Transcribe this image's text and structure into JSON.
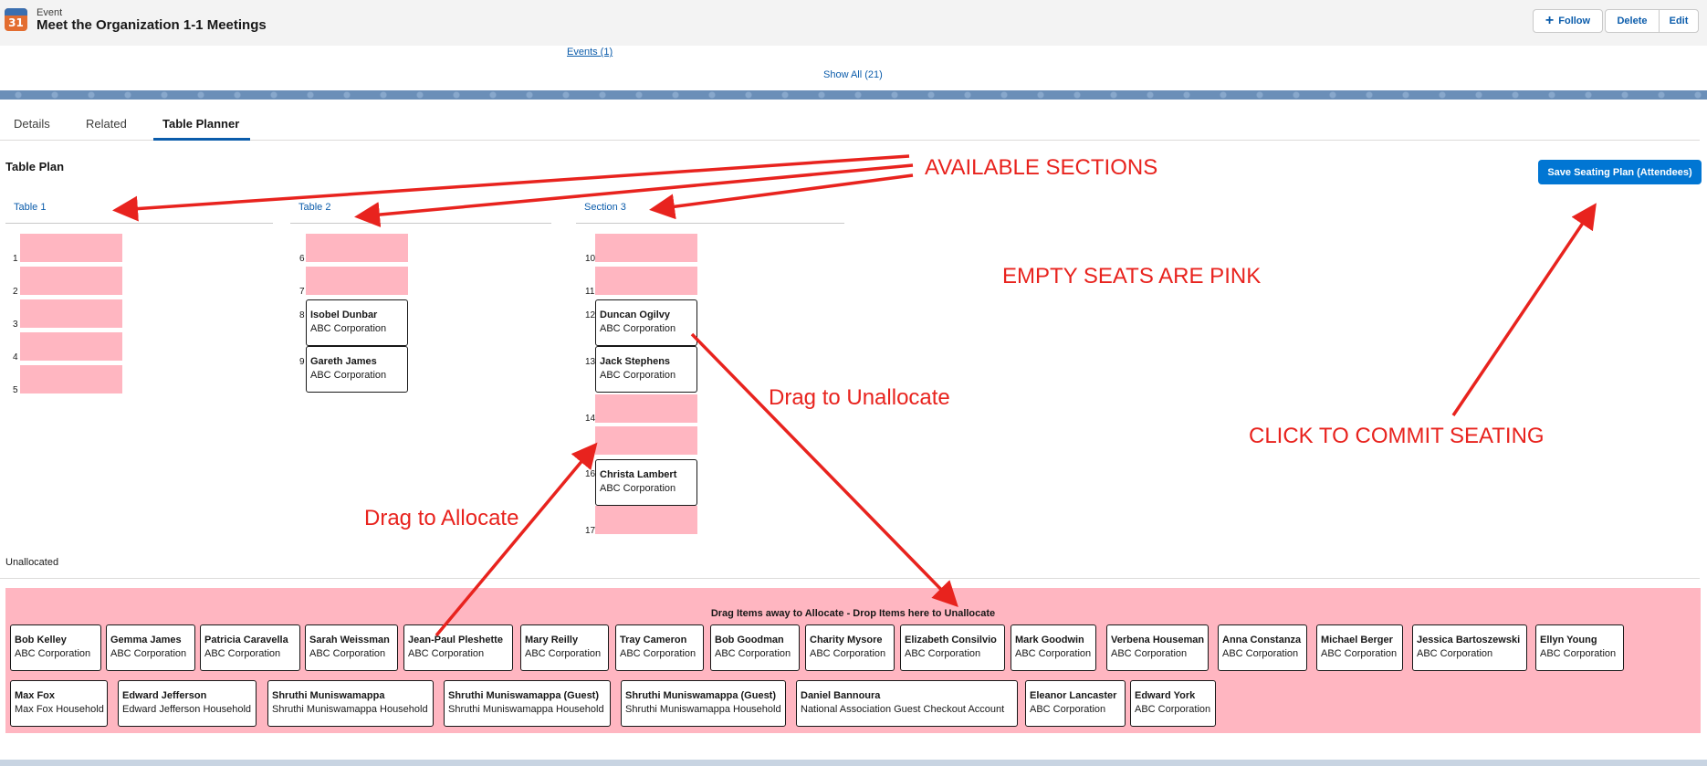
{
  "header": {
    "object_type": "Event",
    "record_title": "Meet the Organization 1-1 Meetings",
    "icon_day": "31",
    "follow_label": "Follow",
    "delete_label": "Delete",
    "edit_label": "Edit"
  },
  "related_links": {
    "events": "Events (1)",
    "show_all": "Show All (21)"
  },
  "tabs": [
    {
      "label": "Details",
      "active": false
    },
    {
      "label": "Related",
      "active": false
    },
    {
      "label": "Table Planner",
      "active": true
    }
  ],
  "table_plan": {
    "title": "Table Plan",
    "save_label": "Save Seating Plan (Attendees)",
    "sections": [
      {
        "name": "Table 1",
        "seats": [
          {
            "number": "1",
            "name": "",
            "org": ""
          },
          {
            "number": "2",
            "name": "",
            "org": ""
          },
          {
            "number": "3",
            "name": "",
            "org": ""
          },
          {
            "number": "4",
            "name": "",
            "org": ""
          },
          {
            "number": "5",
            "name": "",
            "org": ""
          }
        ]
      },
      {
        "name": "Table 2",
        "seats": [
          {
            "number": "6",
            "name": "",
            "org": ""
          },
          {
            "number": "7",
            "name": "",
            "org": ""
          },
          {
            "number": "8",
            "name": "Isobel Dunbar",
            "org": "ABC Corporation"
          },
          {
            "number": "9",
            "name": "Gareth James",
            "org": "ABC Corporation"
          }
        ]
      },
      {
        "name": "Section 3",
        "seats": [
          {
            "number": "10",
            "name": "",
            "org": ""
          },
          {
            "number": "11",
            "name": "",
            "org": ""
          },
          {
            "number": "12",
            "name": "Duncan Ogilvy",
            "org": "ABC Corporation"
          },
          {
            "number": "13",
            "name": "Jack Stephens",
            "org": "ABC Corporation"
          },
          {
            "number": "14",
            "name": "",
            "org": ""
          },
          {
            "number": "15",
            "name": "",
            "org": ""
          },
          {
            "number": "16",
            "name": "Christa Lambert",
            "org": "ABC Corporation"
          },
          {
            "number": "17",
            "name": "",
            "org": ""
          }
        ]
      }
    ]
  },
  "unallocated": {
    "label": "Unallocated",
    "caption": "Drag Items away to Allocate - Drop Items here to Unallocate",
    "rows": [
      [
        {
          "name": "Bob Kelley",
          "org": "ABC Corporation"
        },
        {
          "name": "Gemma James",
          "org": "ABC Corporation"
        },
        {
          "name": "Patricia Caravella",
          "org": "ABC Corporation"
        },
        {
          "name": "Sarah Weissman",
          "org": "ABC Corporation"
        },
        {
          "name": "Jean-Paul Pleshette",
          "org": "ABC Corporation"
        },
        {
          "name": "Mary Reilly",
          "org": "ABC Corporation"
        },
        {
          "name": "Tray Cameron",
          "org": "ABC Corporation"
        },
        {
          "name": "Bob Goodman",
          "org": "ABC Corporation"
        },
        {
          "name": "Charity Mysore",
          "org": "ABC Corporation"
        },
        {
          "name": "Elizabeth Consilvio",
          "org": "ABC Corporation"
        },
        {
          "name": "Mark Goodwin",
          "org": "ABC Corporation"
        },
        {
          "name": "Verbena Houseman",
          "org": "ABC Corporation"
        },
        {
          "name": "Anna Constanza",
          "org": "ABC Corporation"
        },
        {
          "name": "Michael Berger",
          "org": "ABC Corporation"
        },
        {
          "name": "Jessica Bartoszewski",
          "org": "ABC Corporation"
        },
        {
          "name": "Ellyn Young",
          "org": "ABC Corporation"
        }
      ],
      [
        {
          "name": "Max Fox",
          "org": "Max Fox Household"
        },
        {
          "name": "Edward Jefferson",
          "org": "Edward Jefferson Household"
        },
        {
          "name": "Shruthi Muniswamappa",
          "org": "Shruthi Muniswamappa Household"
        },
        {
          "name": "Shruthi Muniswamappa (Guest)",
          "org": "Shruthi Muniswamappa Household"
        },
        {
          "name": "Shruthi Muniswamappa (Guest)",
          "org": "Shruthi Muniswamappa Household"
        },
        {
          "name": "Daniel Bannoura",
          "org": "National Association Guest Checkout Account"
        },
        {
          "name": "Eleanor Lancaster",
          "org": "ABC Corporation"
        },
        {
          "name": "Edward York",
          "org": "ABC Corporation"
        }
      ]
    ]
  },
  "annotations": {
    "available_sections": "AVAILABLE SECTIONS",
    "empty_seats": "EMPTY SEATS ARE PINK",
    "drag_unallocate": "Drag to Unallocate",
    "drag_allocate": "Drag to Allocate",
    "click_commit": "CLICK TO COMMIT SEATING"
  },
  "colors": {
    "empty_seat": "#ffb6c1",
    "link": "#0b5cab",
    "primary_button": "#0176d3",
    "annotation": "#e8231e"
  }
}
